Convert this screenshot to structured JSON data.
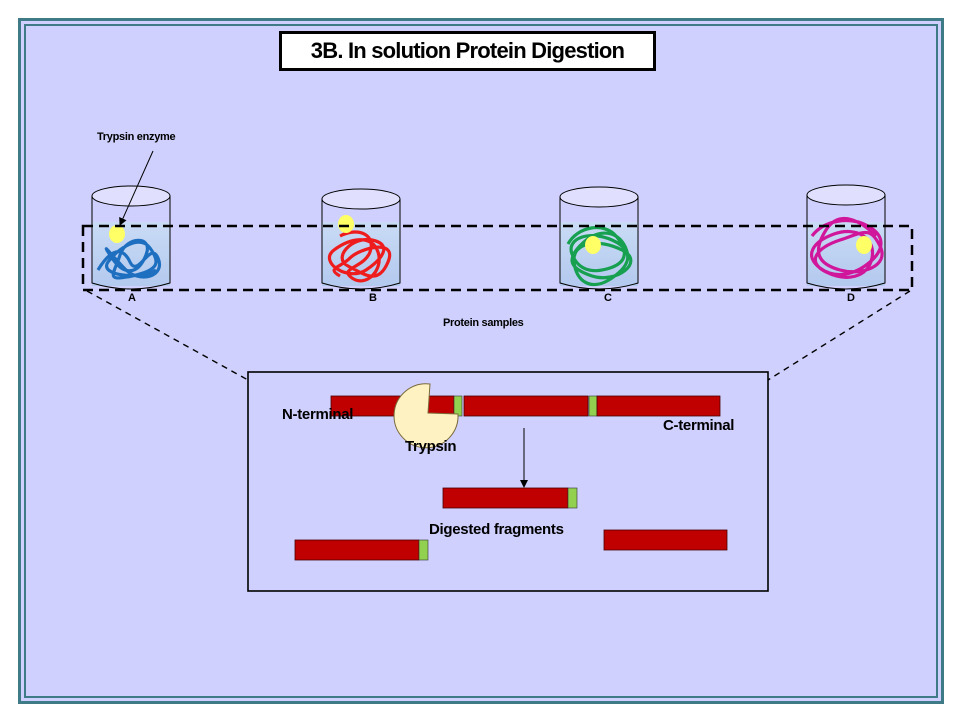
{
  "title": "3B. In solution Protein Digestion",
  "labels": {
    "trypsin_enzyme": "Trypsin enzyme",
    "protein_samples": "Protein samples",
    "n_terminal": "N-terminal",
    "c_terminal": "C-terminal",
    "trypsin": "Trypsin",
    "digested_fragments": "Digested fragments"
  },
  "samples": [
    {
      "label": "A",
      "color": "#1f6fc0"
    },
    {
      "label": "B",
      "color": "#ee1c1c"
    },
    {
      "label": "C",
      "color": "#16a050"
    },
    {
      "label": "D",
      "color": "#d0169a"
    }
  ],
  "colors": {
    "background": "#cfd0fd",
    "border": "#3f7b86",
    "protein_bar": "#c00000",
    "cleavage_site": "#92d050",
    "enzyme": "#ffff66",
    "trypsin_pacman": "#fff2c2"
  }
}
